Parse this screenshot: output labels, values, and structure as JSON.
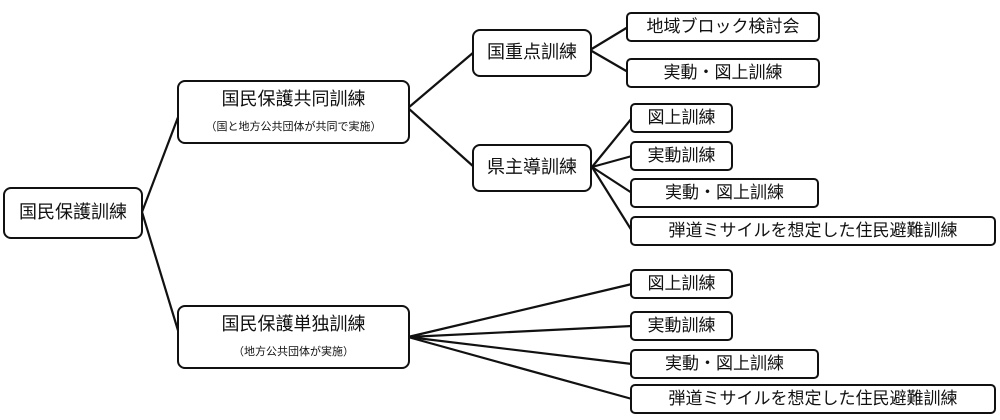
{
  "root": {
    "label": "国民保護訓練"
  },
  "joint": {
    "label": "国民保護共同訓練",
    "note": "（国と地方公共団体が共同で実施）"
  },
  "single": {
    "label": "国民保護単独訓練",
    "note": "（地方公共団体が実施）"
  },
  "national": {
    "label": "国重点訓練"
  },
  "prefecture": {
    "label": "県主導訓練"
  },
  "national_leaves": [
    "地域ブロック検討会",
    "実動・図上訓練"
  ],
  "prefecture_leaves": [
    "図上訓練",
    "実動訓練",
    "実動・図上訓練",
    "弾道ミサイルを想定した住民避難訓練"
  ],
  "single_leaves": [
    "図上訓練",
    "実動訓練",
    "実動・図上訓練",
    "弾道ミサイルを想定した住民避難訓練"
  ]
}
